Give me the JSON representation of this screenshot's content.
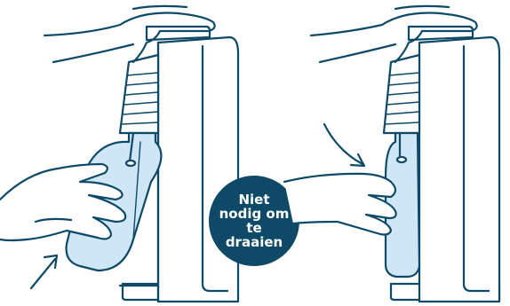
{
  "badge": {
    "text": "Niet nodig om te draaien",
    "color": "#0e4a68"
  },
  "colors": {
    "outline": "#0e4a68",
    "bottle_fill": "#cfe6f6",
    "background": "#ffffff"
  },
  "icons": [
    "hand",
    "soda-machine",
    "bottle",
    "arrow"
  ]
}
